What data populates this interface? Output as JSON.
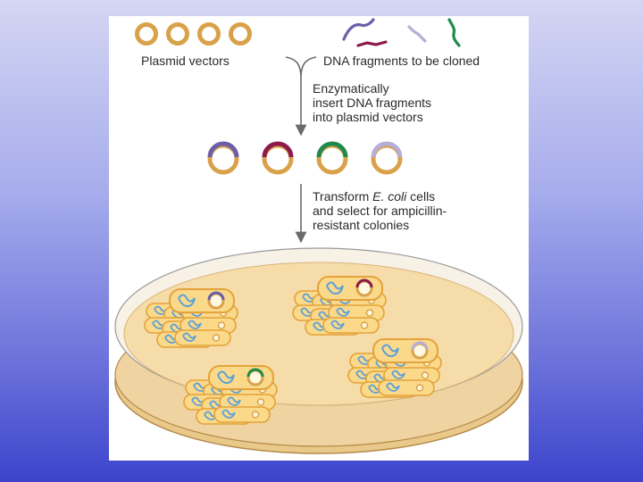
{
  "labels": {
    "plasmid_vectors": "Plasmid vectors",
    "dna_fragments": "DNA fragments to be cloned",
    "step1": "Enzymatically\ninsert DNA fragments\ninto plasmid vectors",
    "step2_prefix": "Transform ",
    "step2_italic": "E. coli",
    "step2_rest": " cells\nand select for ampicillin-\nresistant colonies"
  },
  "colors": {
    "background_top": "#d4d6f2",
    "background_bottom": "#3c44cc",
    "plasmid_ring": "#d9a24a",
    "fragment_blue": "#6a5fa8",
    "fragment_maroon": "#8c1a4c",
    "fragment_green": "#1f8a4c",
    "fragment_lavender": "#b6aed6",
    "petri_agar": "#f6dca8",
    "cell_fill": "#fbd98a",
    "cell_border": "#e3a23a",
    "chromosome": "#5aa0d8"
  },
  "plasmid_count_top": 4,
  "recombinant_insert_colors": [
    "fragment_blue",
    "fragment_maroon",
    "fragment_green",
    "fragment_lavender"
  ],
  "colonies": [
    {
      "name": "colony-top-left",
      "insert": "fragment_blue"
    },
    {
      "name": "colony-top-right",
      "insert": "fragment_maroon"
    },
    {
      "name": "colony-bottom-right",
      "insert": "fragment_lavender"
    },
    {
      "name": "colony-bottom-left",
      "insert": "fragment_green"
    }
  ]
}
